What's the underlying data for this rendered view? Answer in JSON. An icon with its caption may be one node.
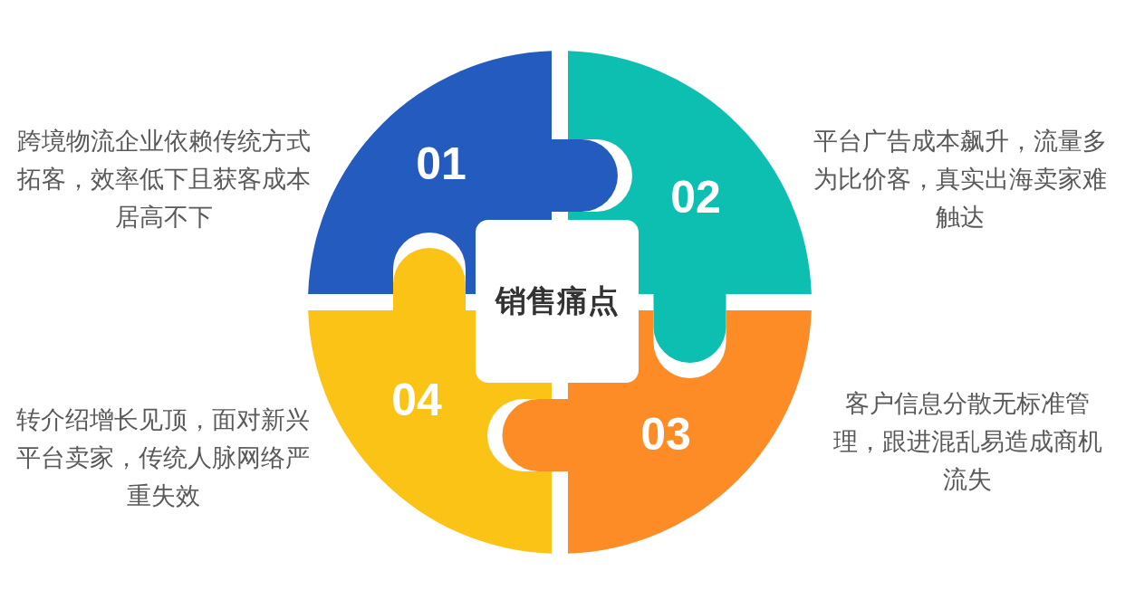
{
  "diagram": {
    "nodes": [
      {
        "text": [
          "01"
        ],
        "beside": [
          "跨境物流企业依赖传统方式拓客，效率低下且获客成本居高不下"
        ]
      },
      {
        "text": [
          "02"
        ],
        "beside": [
          "平台广告成本飙升，流量多为比价客，真实出海卖家难触达"
        ]
      },
      {
        "text": [
          "销售痛点"
        ]
      },
      {
        "text": [
          "04"
        ],
        "beside": [
          "转介绍增长见顶，面对新兴平台卖家，传统人脉网络严重失效"
        ]
      },
      {
        "text": [
          "03"
        ],
        "beside": [
          "客户信息分散无标准管理，跟进混乱易造成商机流失"
        ]
      }
    ]
  }
}
